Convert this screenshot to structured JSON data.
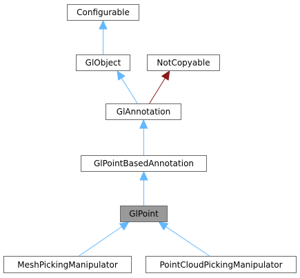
{
  "diagram": {
    "nodes": [
      {
        "id": "configurable",
        "label": "Configurable",
        "current": false
      },
      {
        "id": "globject",
        "label": "GlObject",
        "current": false
      },
      {
        "id": "notcopyable",
        "label": "NotCopyable",
        "current": false
      },
      {
        "id": "glannotation",
        "label": "GlAnnotation",
        "current": false
      },
      {
        "id": "glpointbasedannotation",
        "label": "GlPointBasedAnnotation",
        "current": false
      },
      {
        "id": "glpoint",
        "label": "GlPoint",
        "current": true
      },
      {
        "id": "meshpickingmanipulator",
        "label": "MeshPickingManipulator",
        "current": false
      },
      {
        "id": "pointcloudpickingmanipulator",
        "label": "PointCloudPickingManipulator",
        "current": false
      }
    ],
    "edges": [
      {
        "from": "globject",
        "to": "configurable",
        "kind": "public"
      },
      {
        "from": "glannotation",
        "to": "globject",
        "kind": "public"
      },
      {
        "from": "glannotation",
        "to": "notcopyable",
        "kind": "private"
      },
      {
        "from": "glpointbasedannotation",
        "to": "glannotation",
        "kind": "public"
      },
      {
        "from": "glpoint",
        "to": "glpointbasedannotation",
        "kind": "public"
      },
      {
        "from": "meshpickingmanipulator",
        "to": "glpoint",
        "kind": "public"
      },
      {
        "from": "pointcloudpickingmanipulator",
        "to": "glpoint",
        "kind": "public"
      }
    ],
    "colors": {
      "public_edge": "#63b8ff",
      "private_edge": "#8b1a1a",
      "node_border": "#666666",
      "current_fill": "#999999"
    }
  }
}
